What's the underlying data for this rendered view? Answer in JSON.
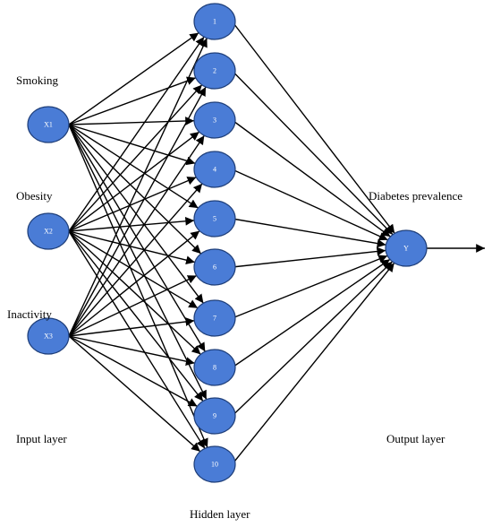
{
  "diagram": {
    "inputs": [
      {
        "id": "x1",
        "label": "X1",
        "name": "Smoking"
      },
      {
        "id": "x2",
        "label": "X2",
        "name": "Obesity"
      },
      {
        "id": "x3",
        "label": "X3",
        "name": "Inactivity"
      }
    ],
    "hidden": [
      {
        "id": "h1",
        "label": "1"
      },
      {
        "id": "h2",
        "label": "2"
      },
      {
        "id": "h3",
        "label": "3"
      },
      {
        "id": "h4",
        "label": "4"
      },
      {
        "id": "h5",
        "label": "5"
      },
      {
        "id": "h6",
        "label": "6"
      },
      {
        "id": "h7",
        "label": "7"
      },
      {
        "id": "h8",
        "label": "8"
      },
      {
        "id": "h9",
        "label": "9"
      },
      {
        "id": "h10",
        "label": "10"
      }
    ],
    "output": {
      "id": "y",
      "label": "Y",
      "name": "Diabetes prevalence"
    },
    "layer_labels": {
      "input": "Input layer",
      "hidden": "Hidden layer",
      "output": "Output layer"
    },
    "colors": {
      "node_fill": "#4a7cd6",
      "node_stroke": "#1f3f7a",
      "edge": "#000000"
    }
  }
}
